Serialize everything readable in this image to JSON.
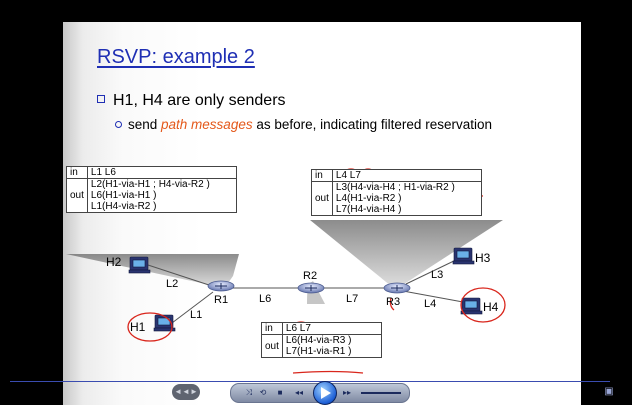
{
  "slide": {
    "title": "RSVP: example 2",
    "bullet1": "H1, H4 are only senders",
    "bullet2_pre": "send ",
    "bullet2_em": "path messages",
    "bullet2_post": " as before, indicating filtered reservation"
  },
  "tables": {
    "r1": {
      "in_key": "in",
      "in_val": "L1 L6",
      "out_key": "out",
      "out_rows": [
        "L2(H1-via-H1    ; H4-via-R2    )",
        "L6(H1-via-H1    )",
        "L1(H4-via-R2    )"
      ]
    },
    "r3": {
      "in_key": "in",
      "in_val": "L4 L7",
      "out_key": "out",
      "out_rows": [
        "L3(H4-via-H4    ; H1-via-R2    )",
        "L4(H1-via-R2    )",
        "L7(H4-via-H4    )"
      ]
    },
    "r2": {
      "in_key": "in",
      "in_val": "L6 L7",
      "out_key": "out",
      "out_rows": [
        "L6(H4-via-R3    )",
        "L7(H1-via-R1    )"
      ]
    }
  },
  "network": {
    "hosts": [
      "H1",
      "H2",
      "H3",
      "H4"
    ],
    "routers": [
      "R1",
      "R2",
      "R3"
    ],
    "links": [
      "L1",
      "L2",
      "L3",
      "L4",
      "L6",
      "L7"
    ]
  },
  "player": {
    "icons": [
      "shuffle-icon",
      "repeat-icon",
      "stop-icon",
      "previous-icon",
      "play-icon",
      "next-icon",
      "mute-icon"
    ],
    "extra_label": "◄◄►",
    "corner_icon": "minimize-icon"
  },
  "colors": {
    "title": "#1f2fb4",
    "emphasis": "#e4581a",
    "annotation": "#d9261c",
    "progress": "#3a4cb0"
  }
}
